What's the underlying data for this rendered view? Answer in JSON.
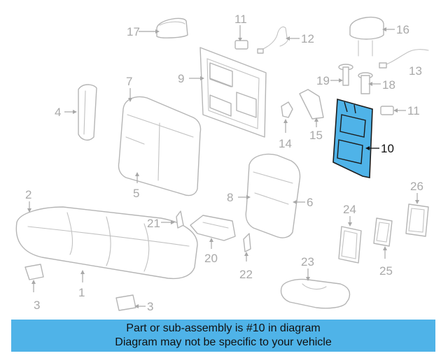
{
  "callouts": [
    "1",
    "2",
    "3",
    "3",
    "4",
    "5",
    "6",
    "7",
    "8",
    "9",
    "10",
    "11",
    "11",
    "12",
    "13",
    "14",
    "15",
    "16",
    "17",
    "18",
    "19",
    "20",
    "21",
    "22",
    "23",
    "24",
    "25",
    "26"
  ],
  "highlighted_part": "10",
  "colors": {
    "highlight": "#4fb3e8",
    "line": "#b5b5b5",
    "label": "#a9a9a9"
  },
  "banner": {
    "line1": "Part or sub-assembly is #10 in diagram",
    "line2": "Diagram may not be specific to your vehicle"
  }
}
